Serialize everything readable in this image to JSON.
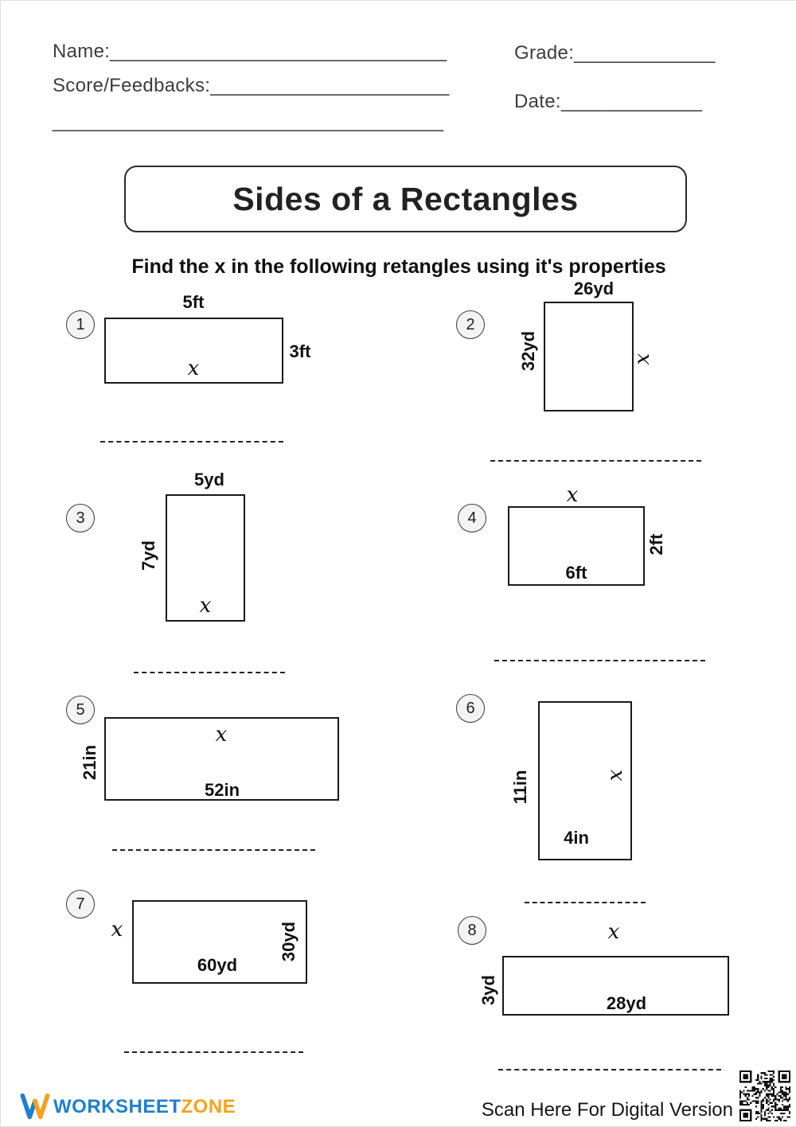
{
  "header": {
    "name": "Name:_______________________________",
    "grade": "Grade:_____________",
    "score": "Score/Feedbacks:______________________",
    "line3": "____________________________________",
    "date": "Date:_____________"
  },
  "title": "Sides of a Rectangles",
  "subtitle": "Find the x in the following retangles using it's properties",
  "problems": [
    {
      "number": "1",
      "top": "5ft",
      "right": "3ft",
      "x": "x"
    },
    {
      "number": "2",
      "top": "26yd",
      "left": "32yd",
      "x": "x"
    },
    {
      "number": "3",
      "top": "5yd",
      "left": "7yd",
      "x": "x"
    },
    {
      "number": "4",
      "right": "2ft",
      "bottom": "6ft",
      "x": "x"
    },
    {
      "number": "5",
      "left": "21in",
      "bottom": "52in",
      "x": "x"
    },
    {
      "number": "6",
      "left": "11in",
      "bottom": "4in",
      "x": "x"
    },
    {
      "number": "7",
      "right": "30yd",
      "bottom": "60yd",
      "x": "x"
    },
    {
      "number": "8",
      "left": "3yd",
      "bottom": "28yd",
      "x": "x"
    }
  ],
  "footer": {
    "brand_first": "WORKSHEET",
    "brand_second": "ZONE",
    "scan_text": "Scan Here For Digital Version"
  },
  "colors": {
    "brand_blue": "#1e7fd0",
    "brand_orange": "#f5a21b"
  }
}
